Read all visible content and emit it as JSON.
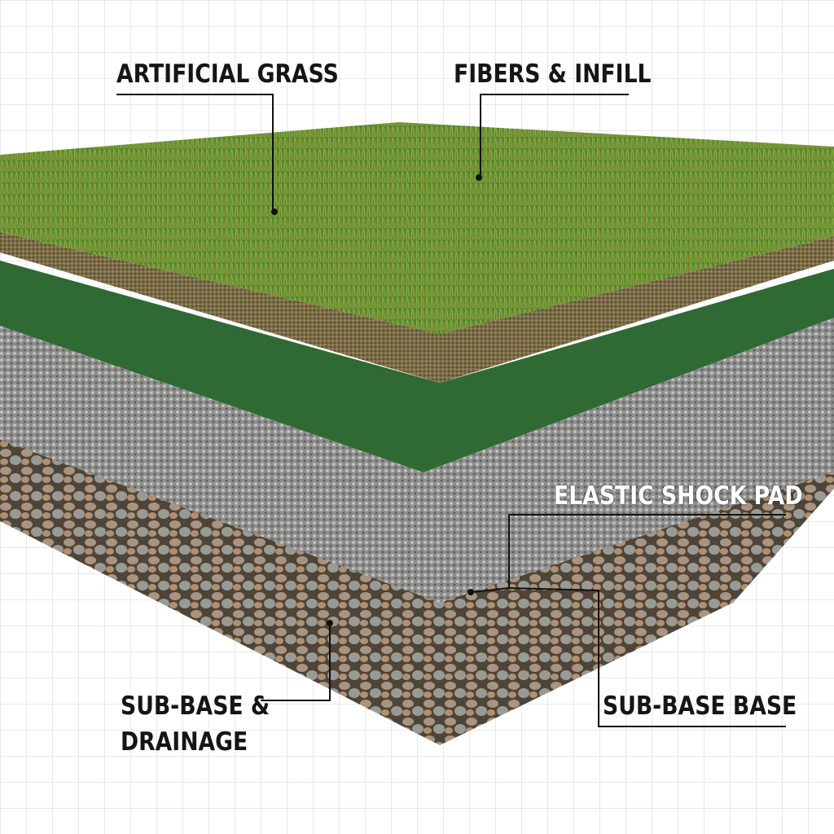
{
  "labels": {
    "artificial_grass": "ARTIFICIAL GRASS",
    "fibers_infill": "FIBERS & INFILL",
    "elastic_shock_pad": "ELASTIC SHOCK PAD",
    "sub_base_base": "SUB-BASE BASE",
    "sub_base_drainage_line1": "SUB-BASE &",
    "sub_base_drainage_line2": "DRAINAGE"
  },
  "colors": {
    "grass": "#5e8a2e",
    "infill": "#7a6a48",
    "pad": "#2f6a34",
    "gravel": "#9a9a98",
    "rocks": "#8a7560"
  }
}
